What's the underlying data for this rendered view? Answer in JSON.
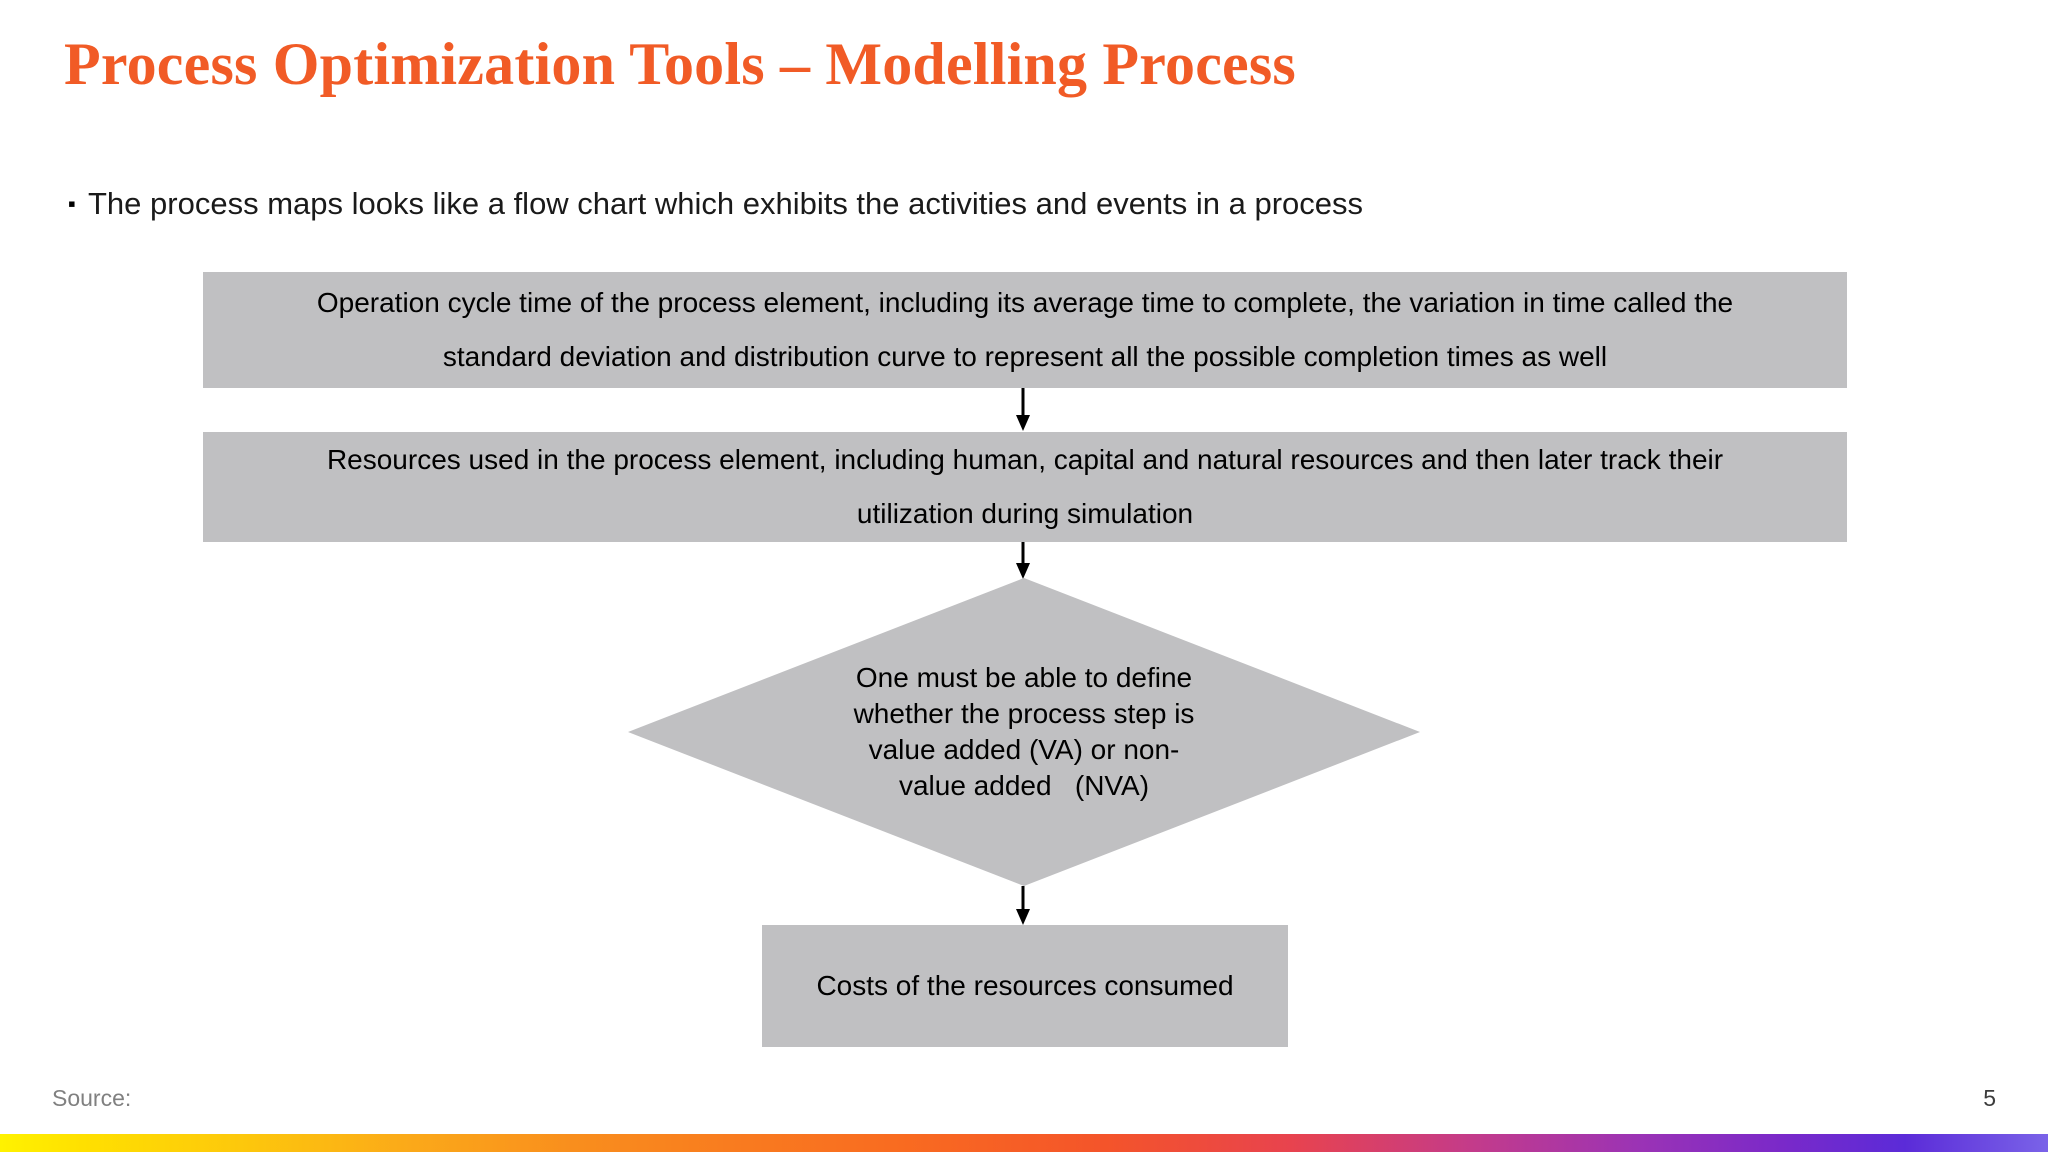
{
  "slide": {
    "title": "Process Optimization Tools – Modelling Process",
    "title_color": "#F15B26",
    "background_color": "#FFFFFF",
    "bullet_marker": "▪",
    "bullet_text": "The process maps looks like a flow chart which exhibits the activities and events in a process"
  },
  "flow": {
    "shape_fill": "#C0C0C2",
    "text_color": "#000000",
    "nodes": [
      {
        "id": "cycle-time",
        "shape": "rectangle",
        "lines": [
          "Operation cycle time of the process element, including its average time to complete, the variation in time called the",
          "standard deviation and distribution curve to represent all the possible completion times as well"
        ]
      },
      {
        "id": "resources",
        "shape": "rectangle",
        "lines": [
          "Resources used in the process element, including human, capital and natural resources and then later track their",
          "utilization during simulation"
        ]
      },
      {
        "id": "value-added-decision",
        "shape": "diamond",
        "lines": [
          "One must be able to define",
          "whether the process step is",
          "value added (VA) or non-",
          "value added   (NVA)"
        ]
      },
      {
        "id": "costs",
        "shape": "rectangle",
        "lines": [
          "Costs of the resources consumed"
        ]
      }
    ],
    "connectors": [
      {
        "id": "arrow-1",
        "from": "cycle-time",
        "to": "resources",
        "style": "down-arrow"
      },
      {
        "id": "arrow-2",
        "from": "resources",
        "to": "value-added-decision",
        "style": "down-arrow"
      },
      {
        "id": "arrow-3",
        "from": "value-added-decision",
        "to": "costs",
        "style": "down-arrow"
      }
    ]
  },
  "footer": {
    "source_label": "Source:",
    "page_number": "5"
  }
}
